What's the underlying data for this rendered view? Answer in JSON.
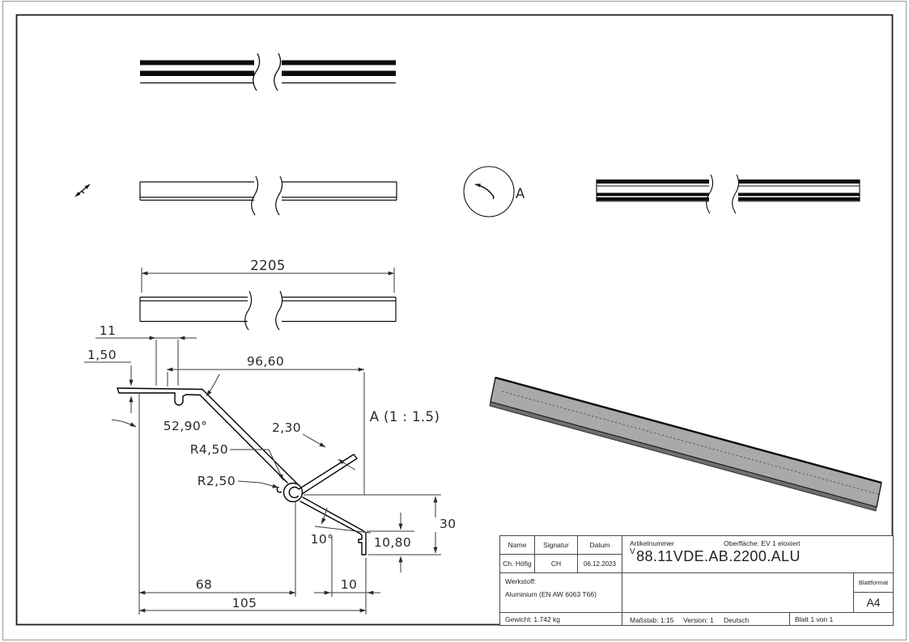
{
  "title_block": {
    "name_header": "Name",
    "signature_header": "Signatur",
    "date_header": "Datum",
    "name": "Ch. Höfig",
    "signature": "CH",
    "date": "06.12.2023",
    "article_label": "Artikelnummer",
    "surface": "Oberfläche:  EV 1 eloxiert",
    "part_prefix": "V",
    "part_number": "88.11VDE.AB.2200.ALU",
    "material_label": "Werkstoff:",
    "material": "Aluminium (EN AW 6063 T66)",
    "sheet_format_label": "Blattformat",
    "sheet_format": "A4",
    "weight": "Gewicht: 1.742 kg",
    "scale": "Maßstab: 1:15",
    "version": "Version: 1",
    "language": "Deutsch",
    "sheet": "Blatt 1 von 1"
  },
  "views": {
    "overall_length": "2205",
    "detail_callout": "A",
    "detail_title": "A (1 : 1.5)"
  },
  "dimensions": {
    "hook_width": "11",
    "flange_thickness": "1,50",
    "top_width": "96,60",
    "main_angle": "52,90°",
    "wall_thickness": "2,30",
    "radius_outer": "R4,50",
    "radius_inner": "R2,50",
    "bottom_angle": "10°",
    "tab_height": "10,80",
    "right_height": "30",
    "base_width_inner": "68",
    "base_width": "105",
    "tab_offset": "10"
  },
  "colors": {
    "iso_fill": "#a9a9a9",
    "iso_edge_fill": "#6e6e6e",
    "line": "#111111",
    "dim_line": "#3a3a3a"
  }
}
